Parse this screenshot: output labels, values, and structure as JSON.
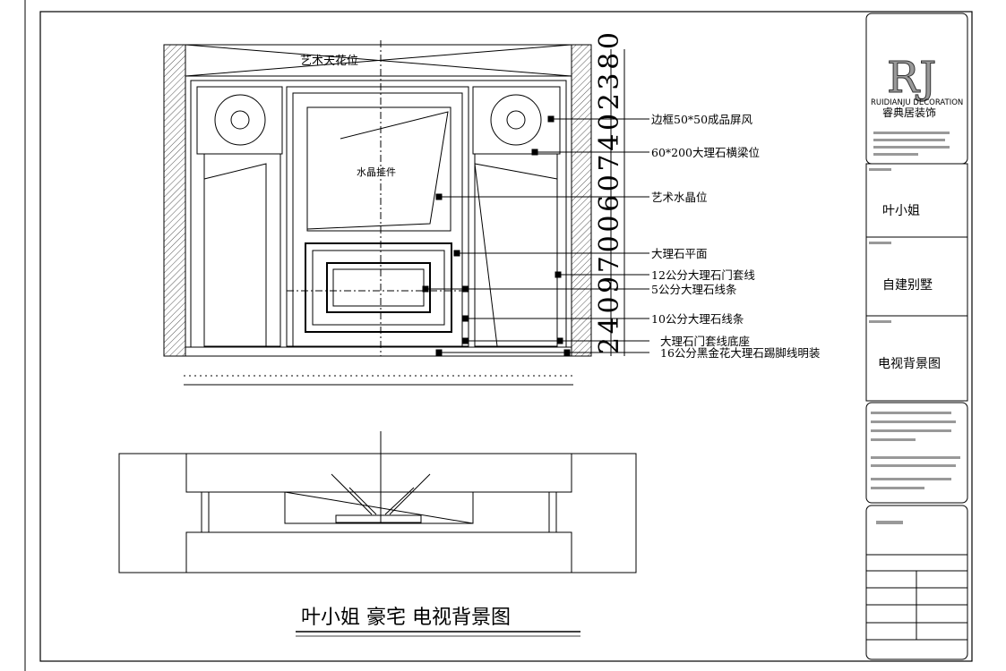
{
  "drawing": {
    "ceiling_label": "艺术天花位",
    "crystal_label": "水晶挂件",
    "vertical_dims": "2409700607402380",
    "annotations": [
      "边框50*50成品屏风",
      "60*200大理石横梁位",
      "艺术水晶位",
      "大理石平面",
      "12公分大理石门套线",
      "5公分大理石线条",
      "10公分大理石线条",
      "大理石门套线底座",
      "16公分黑金花大理石踢脚线明装"
    ],
    "title": "叶小姐 豪宅 电视背景图"
  },
  "title_block": {
    "logo": "RJ",
    "company_en": "RUIDIANJU DECORATION",
    "company_cn": "睿典居装饰",
    "client": "叶小姐",
    "project": "自建别墅",
    "drawing_name": "电视背景图"
  }
}
